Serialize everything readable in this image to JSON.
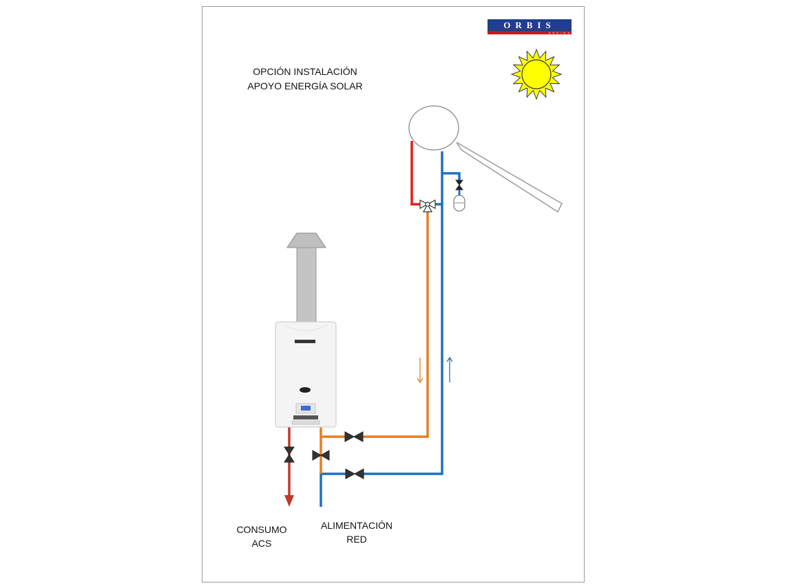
{
  "title": {
    "line1": "OPCIÓN INSTALACIÓN",
    "line2": "APOYO ENERGÍA SOLAR"
  },
  "labels": {
    "consumo_line1": "CONSUMO",
    "consumo_line2": "ACS",
    "alimentacion_line1": "ALIMENTACIÓN",
    "alimentacion_line2": "RED"
  },
  "logo": {
    "brand": "ORBIS",
    "sub": "ANDINA",
    "colors": {
      "primary": "#1e3f8f",
      "secondary": "#c8161d"
    }
  },
  "colors": {
    "hot_water": "#c0392b",
    "solar_hot": "#e67e22",
    "cold_water": "#1f6fc2",
    "solar_feed": "#e31b1b",
    "sun": "#ffff00"
  },
  "icons": [
    "sun-icon",
    "solar-tank-icon",
    "solar-panel-icon",
    "water-heater-icon",
    "chimney-icon",
    "valve-icon",
    "three-way-valve-icon",
    "expansion-vessel-icon"
  ]
}
